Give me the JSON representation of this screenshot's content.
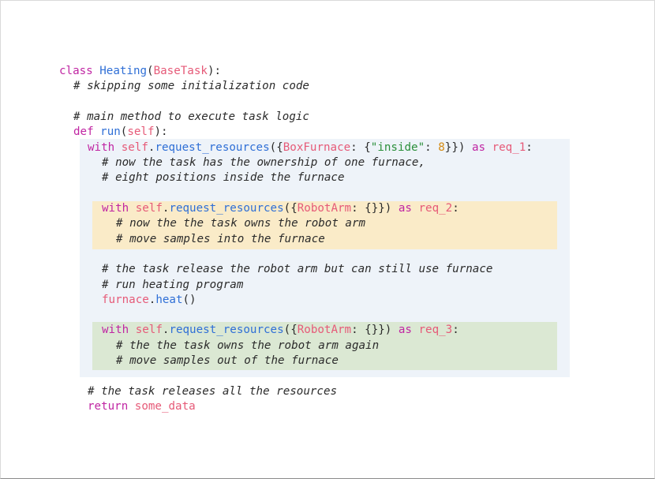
{
  "code_lines": [
    {
      "tokens": [
        [
          "kw",
          "class "
        ],
        [
          "fn",
          "Heating"
        ],
        [
          "pl",
          "("
        ],
        [
          "cls",
          "BaseTask"
        ],
        [
          "pl",
          "):"
        ]
      ]
    },
    {
      "tokens": [
        [
          "cm",
          "# skipping some initialization code"
        ]
      ]
    },
    {
      "tokens": [
        [
          "cm",
          "# main method to execute task logic"
        ]
      ]
    },
    {
      "tokens": [
        [
          "kw",
          "def "
        ],
        [
          "fn",
          "run"
        ],
        [
          "pl",
          "("
        ],
        [
          "cls",
          "self"
        ],
        [
          "pl",
          "):"
        ]
      ]
    },
    {
      "tokens": [
        [
          "kw",
          "with "
        ],
        [
          "cls",
          "self"
        ],
        [
          "pl",
          "."
        ],
        [
          "fn",
          "request_resources"
        ],
        [
          "pl",
          "({"
        ],
        [
          "cls",
          "BoxFurnace"
        ],
        [
          "pl",
          ": {"
        ],
        [
          "str",
          "\"inside\""
        ],
        [
          "pl",
          ": "
        ],
        [
          "num",
          "8"
        ],
        [
          "pl",
          "}}) "
        ],
        [
          "kw",
          "as "
        ],
        [
          "cls",
          "req_1"
        ],
        [
          "pl",
          ":"
        ]
      ]
    },
    {
      "tokens": [
        [
          "cm",
          "# now the task has the ownership of one furnace,"
        ]
      ]
    },
    {
      "tokens": [
        [
          "cm",
          "# eight positions inside the furnace"
        ]
      ]
    },
    {
      "tokens": [
        [
          "kw",
          "with "
        ],
        [
          "cls",
          "self"
        ],
        [
          "pl",
          "."
        ],
        [
          "fn",
          "request_resources"
        ],
        [
          "pl",
          "({"
        ],
        [
          "cls",
          "RobotArm"
        ],
        [
          "pl",
          ": {}}) "
        ],
        [
          "kw",
          "as "
        ],
        [
          "cls",
          "req_2"
        ],
        [
          "pl",
          ":"
        ]
      ]
    },
    {
      "tokens": [
        [
          "cm",
          "# now the the task owns the robot arm"
        ]
      ]
    },
    {
      "tokens": [
        [
          "cm",
          "# move samples into the furnace"
        ]
      ]
    },
    {
      "tokens": [
        [
          "cm",
          "# the task release the robot arm but can still use furnace"
        ]
      ]
    },
    {
      "tokens": [
        [
          "cm",
          "# run heating program"
        ]
      ]
    },
    {
      "tokens": [
        [
          "cls",
          "furnace"
        ],
        [
          "pl",
          "."
        ],
        [
          "fn",
          "heat"
        ],
        [
          "pl",
          "()"
        ]
      ]
    },
    {
      "tokens": [
        [
          "kw",
          "with "
        ],
        [
          "cls",
          "self"
        ],
        [
          "pl",
          "."
        ],
        [
          "fn",
          "request_resources"
        ],
        [
          "pl",
          "({"
        ],
        [
          "cls",
          "RobotArm"
        ],
        [
          "pl",
          ": {}}) "
        ],
        [
          "kw",
          "as "
        ],
        [
          "cls",
          "req_3"
        ],
        [
          "pl",
          ":"
        ]
      ]
    },
    {
      "tokens": [
        [
          "cm",
          "# the the task owns the robot arm again"
        ]
      ]
    },
    {
      "tokens": [
        [
          "cm",
          "# move samples out of the furnace"
        ]
      ]
    },
    {
      "tokens": [
        [
          "cm",
          "# the task releases all the resources"
        ]
      ]
    },
    {
      "tokens": [
        [
          "kw",
          "return "
        ],
        [
          "cls",
          "some_data"
        ]
      ]
    }
  ],
  "colors": {
    "keyword": "#c026a3",
    "function": "#2f6fd6",
    "name": "#e65a78",
    "string": "#2a8f3a",
    "number": "#d48a12",
    "outer_block": "#eef3f9",
    "req2_block": "#faebc8",
    "req3_block": "#dbe8d3"
  }
}
